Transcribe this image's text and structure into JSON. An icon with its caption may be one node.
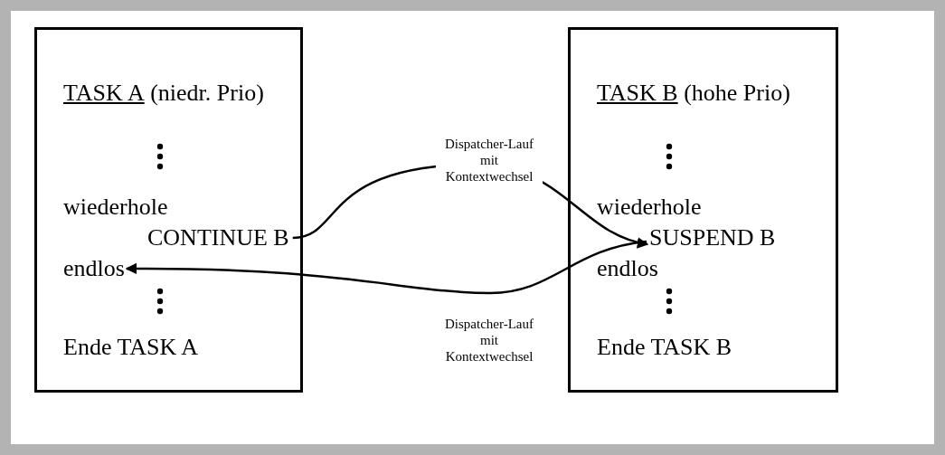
{
  "diagram": {
    "nodes": [
      {
        "text": [],
        "shape": "box"
      },
      {
        "text": [
          "TASK A",
          "(niedr. Prio)"
        ],
        "in": 0
      },
      {
        "text": [
          "wiederhole"
        ],
        "in": 0
      },
      {
        "text": [
          "CONTINUE B"
        ],
        "in": 0
      },
      {
        "text": [
          "endlos"
        ],
        "in": 0
      },
      {
        "text": [
          "Ende TASK A"
        ],
        "in": 0
      },
      {
        "text": [],
        "shape": "box"
      },
      {
        "text": [
          "TASK B",
          "(hohe Prio)"
        ],
        "in": 6
      },
      {
        "text": [
          "wiederhole"
        ],
        "in": 6
      },
      {
        "text": [
          "SUSPEND B"
        ],
        "in": 6
      },
      {
        "text": [
          "endlos"
        ],
        "in": 6
      },
      {
        "text": [
          "Ende TASK B"
        ],
        "in": 6
      }
    ],
    "edges": [
      {
        "from": 3,
        "to": 9,
        "arrow": "to",
        "label": "Dispatcher-Lauf mit Kontextwechsel"
      },
      {
        "from": 9,
        "to": 4,
        "arrow": "to",
        "label": "Dispatcher-Lauf mit Kontextwechsel"
      }
    ]
  }
}
